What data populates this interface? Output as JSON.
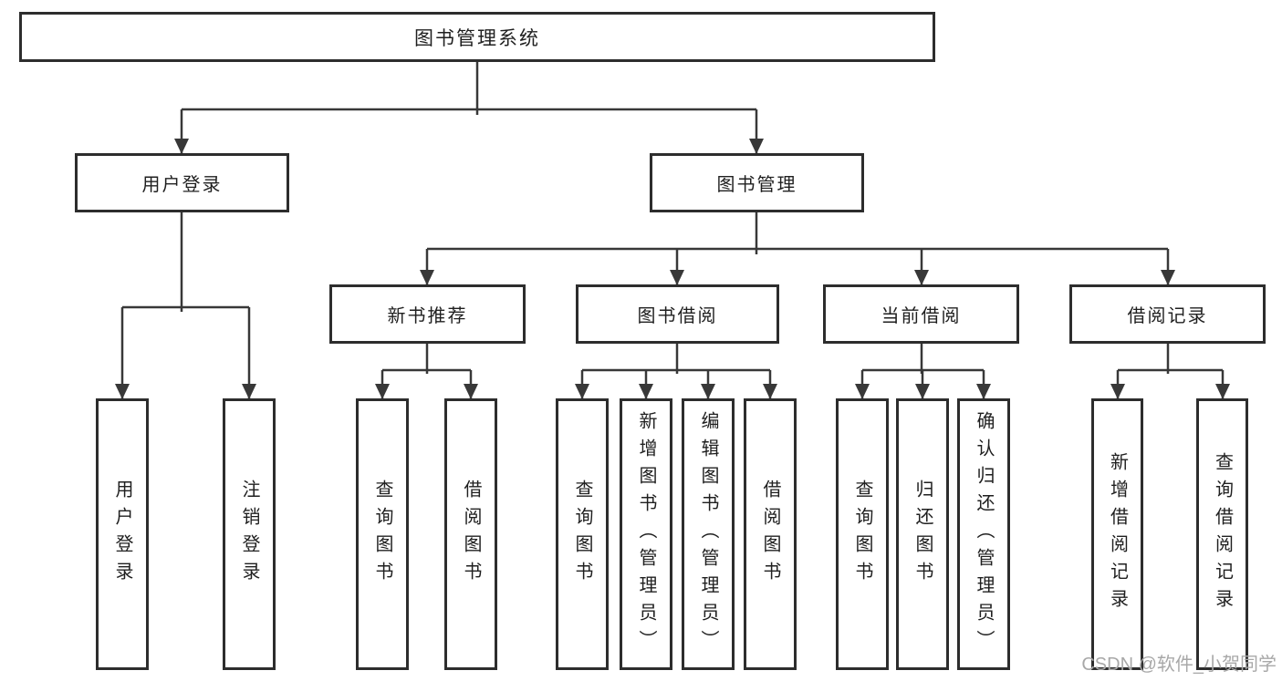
{
  "nodes": {
    "root": "图书管理系统",
    "user_login": "用户登录",
    "book_mgmt": "图书管理",
    "new_book_rec": "新书推荐",
    "book_borrow": "图书借阅",
    "current_borrow": "当前借阅",
    "borrow_records": "借阅记录",
    "leaf_user_login": "用户登录",
    "leaf_logout": "注销登录",
    "leaf_nbr_query_books": "查询图书",
    "leaf_nbr_borrow_books": "借阅图书",
    "leaf_bb_query_books": "查询图书",
    "leaf_bb_add_book_admin": "新增图书（管理员）",
    "leaf_bb_edit_book_admin": "编辑图书（管理员）",
    "leaf_bb_borrow_books": "借阅图书",
    "leaf_cb_query_books": "查询图书",
    "leaf_cb_return_books": "归还图书",
    "leaf_cb_confirm_return_admin": "确认归还（管理员）",
    "leaf_br_add_record": "新增借阅记录",
    "leaf_br_query_record": "查询借阅记录"
  },
  "watermark": "CSDN @软件_小贺同学",
  "colors": {
    "line": "#383838",
    "border": "#2d2d2d",
    "text": "#1f1f1f",
    "background": "#ffffff",
    "watermark": "#a8a8a8"
  }
}
